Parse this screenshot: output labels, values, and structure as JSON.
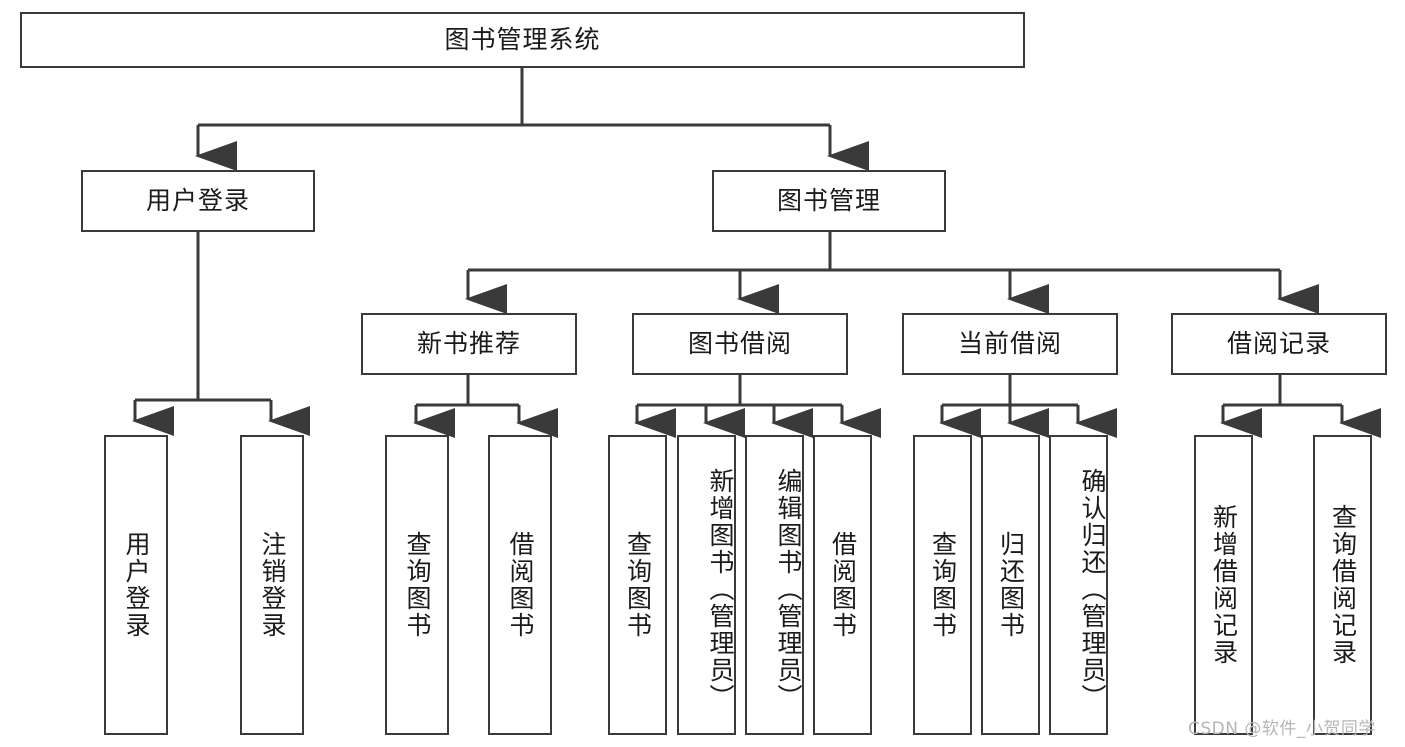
{
  "diagram": {
    "type": "hierarchy-tree",
    "title": "图书管理系统",
    "root": {
      "id": "root",
      "label": "图书管理系统"
    },
    "level2": [
      {
        "id": "user-login",
        "label": "用户登录"
      },
      {
        "id": "book-manage",
        "label": "图书管理"
      }
    ],
    "level3": [
      {
        "id": "new-book-rec",
        "label": "新书推荐",
        "parent": "book-manage"
      },
      {
        "id": "book-borrow",
        "label": "图书借阅",
        "parent": "book-manage"
      },
      {
        "id": "current-borrow",
        "label": "当前借阅",
        "parent": "book-manage"
      },
      {
        "id": "borrow-record",
        "label": "借阅记录",
        "parent": "book-manage"
      }
    ],
    "leaves": [
      {
        "id": "leaf-user-login",
        "label": "用户登录",
        "parent": "user-login"
      },
      {
        "id": "leaf-logout",
        "label": "注销登录",
        "parent": "user-login"
      },
      {
        "id": "leaf-query-book-1",
        "label": "查询图书",
        "parent": "new-book-rec"
      },
      {
        "id": "leaf-borrow-book-1",
        "label": "借阅图书",
        "parent": "new-book-rec"
      },
      {
        "id": "leaf-query-book-2",
        "label": "查询图书",
        "parent": "book-borrow"
      },
      {
        "id": "leaf-add-book",
        "label": "新增图书（管理员）",
        "parent": "book-borrow"
      },
      {
        "id": "leaf-edit-book",
        "label": "编辑图书（管理员）",
        "parent": "book-borrow"
      },
      {
        "id": "leaf-borrow-book-2",
        "label": "借阅图书",
        "parent": "book-borrow"
      },
      {
        "id": "leaf-query-book-3",
        "label": "查询图书",
        "parent": "current-borrow"
      },
      {
        "id": "leaf-return-book",
        "label": "归还图书",
        "parent": "current-borrow"
      },
      {
        "id": "leaf-confirm-return",
        "label": "确认归还（管理员）",
        "parent": "current-borrow"
      },
      {
        "id": "leaf-add-record",
        "label": "新增借阅记录",
        "parent": "borrow-record"
      },
      {
        "id": "leaf-query-record",
        "label": "查询借阅记录",
        "parent": "borrow-record"
      }
    ],
    "colors": {
      "stroke": "#3a3a3a",
      "fill": "#ffffff",
      "text": "#1b1b1b",
      "watermark": "#b6b6b6"
    }
  },
  "watermark": {
    "text": "CSDN @软件_小贺同学"
  }
}
